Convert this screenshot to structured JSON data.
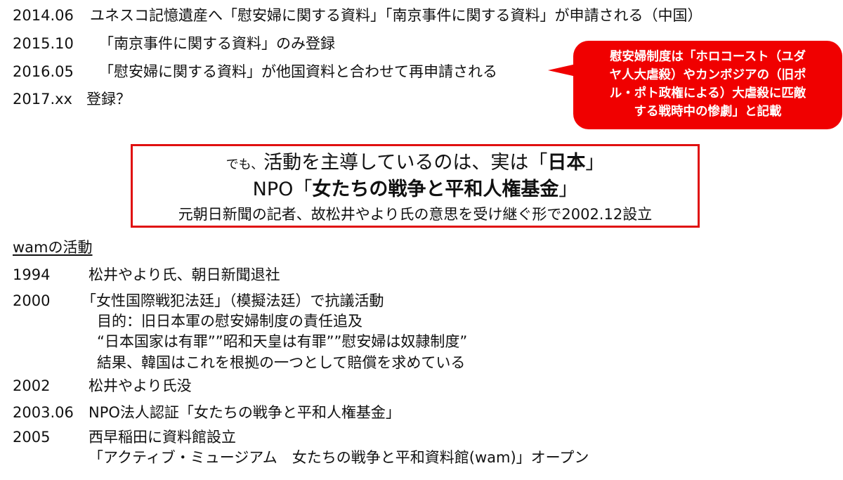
{
  "timeline_top": [
    {
      "date": "2014.06",
      "text": "ユネスコ記憶遺産へ「慰安婦に関する資料」「南京事件に関する資料」が申請される（中国）"
    },
    {
      "date": "2015.10",
      "text": "「南京事件に関する資料」のみ登録"
    },
    {
      "date": "2016.05",
      "text": "「慰安婦に関する資料」が他国資料と合わせて再申請される"
    },
    {
      "date": "2017.xx",
      "text": "登録？"
    }
  ],
  "callout": {
    "lines": [
      "慰安婦制度は「ホロコースト（ユダ",
      "ヤ人大虐殺）やカンボジアの（旧ポ",
      "ル・ポト政権による）大虐殺に匹敵",
      "する戦時中の惨劇」と記載"
    ],
    "color": "#f00000"
  },
  "main_box": {
    "line1_small": "でも、",
    "line1_pre": "活動を主導しているのは、実は「",
    "line1_bold": "日本",
    "line1_post": "」",
    "line2_pre": "NPO「",
    "line2_bold": "女たちの戦争と平和人権基金",
    "line2_post": "」",
    "line3": "元朝日新聞の記者、故松井やより氏の意思を受け継ぐ形で2002.12設立",
    "border_color": "#e01010"
  },
  "wam": {
    "heading": "wamの活動",
    "entries": [
      {
        "date": "1994",
        "text": "松井やより氏、朝日新聞退社"
      },
      {
        "date": "2000",
        "text": "「女性国際戦犯法廷」（模擬法廷）で抗議活動"
      },
      {
        "date": "",
        "text": "目的：旧日本軍の慰安婦制度の責任追及"
      },
      {
        "date": "",
        "text": "“日本国家は有罪””昭和天皇は有罪””慰安婦は奴隷制度”"
      },
      {
        "date": "",
        "text": "結果、韓国はこれを根拠の一つとして賠償を求めている"
      },
      {
        "date": "2002",
        "text": "松井やより氏没"
      },
      {
        "date": "2003.06",
        "text": "NPO法人認証「女たちの戦争と平和人権基金」"
      },
      {
        "date": "2005",
        "text": "西早稲田に資料館設立"
      },
      {
        "date": "",
        "text": "「アクティブ・ミュージアム　女たちの戦争と平和資料館(wam)」オープン"
      }
    ]
  }
}
